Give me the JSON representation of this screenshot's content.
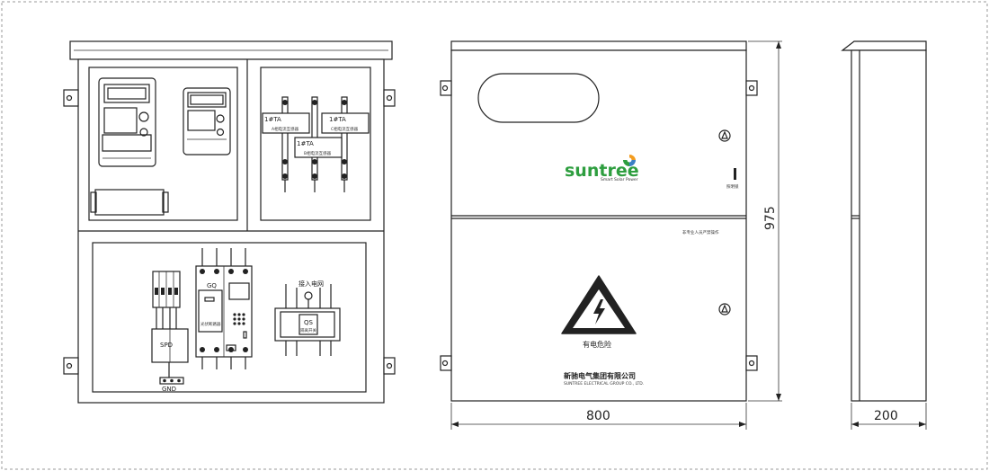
{
  "inside_view": {
    "ct_labels": [
      "1#TA",
      "1#TA",
      "1#TA"
    ],
    "ct_sublabels": [
      "A相电流互感器",
      "C相电流互感器",
      "B相电流互感器"
    ],
    "spd_label": "SPD",
    "gnd_label": "GND",
    "gq_label": "GQ",
    "gq_sublabel": "光伏断路器",
    "qs_label": "QS",
    "qs_sublabel": "隔离开关",
    "qs_top_label": "接入电网"
  },
  "front_view": {
    "logo_text": "suntree",
    "logo_tagline": "Smart Solar Power",
    "lighting_label": "照明锁",
    "warning_top": "非专业人员严禁操作",
    "danger_label": "有电危险",
    "company_cn": "新驰电气集团有限公司",
    "company_en": "SUNTREE ELECTRICAL GROUP CO., LTD."
  },
  "dimensions": {
    "width": "800",
    "height": "975",
    "depth": "200"
  },
  "colors": {
    "logo_green": "#2e9e3f",
    "logo_blue": "#3b7fc4",
    "logo_orange": "#f39c1f",
    "line": "#222222"
  }
}
